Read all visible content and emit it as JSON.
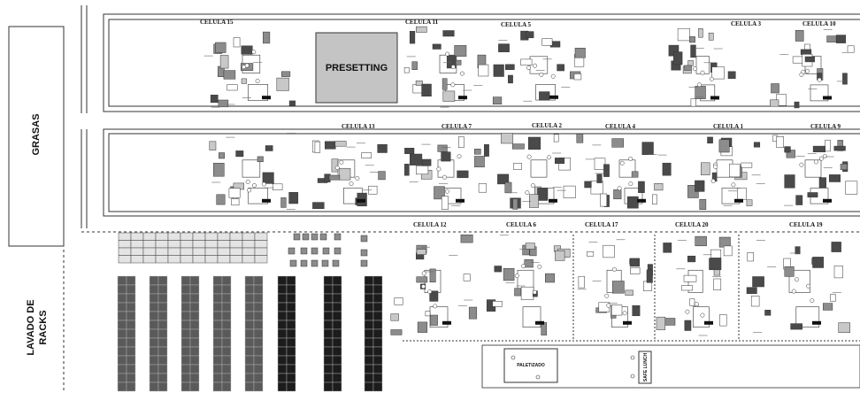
{
  "zones": {
    "grasas": "GRASAS",
    "lavado_line1": "LAVADO DE",
    "lavado_line2": "RACKS",
    "presetting": "PRESETTING",
    "paletizado": "PALETIZADO",
    "safe_lunch": "SAFE LUNCH"
  },
  "cells_row1": [
    "CELULA 15",
    "CELULA 11",
    "CELULA 5",
    "CELULA 3",
    "CELULA 10"
  ],
  "cells_row2": [
    "CELULA 13",
    "CELULA 7",
    "CELULA 2",
    "CELULA 4",
    "CELULA 1",
    "CELULA 9"
  ],
  "cells_row3": [
    "CELULA 12",
    "CELULA 6",
    "CELULA 17",
    "CELULA 20",
    "CELULA 19"
  ],
  "colors": {
    "line": "#333333",
    "dark_box": "#4a4a4a",
    "mid_box": "#8c8c8c",
    "light_box": "#c8c8c8",
    "presetting_fill": "#c4c4c4",
    "rack_dark": "#1c1c1c",
    "rack_mid": "#5a5a5a"
  }
}
